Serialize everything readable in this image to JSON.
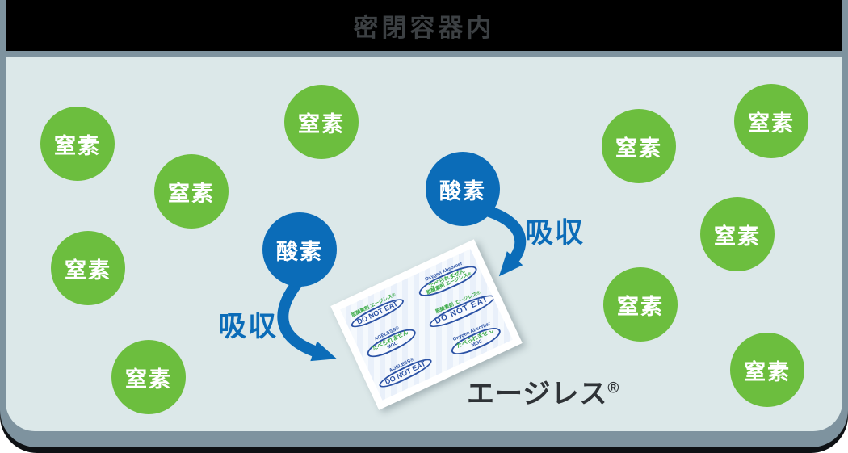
{
  "title": "密閉容器内",
  "molecules": {
    "nitrogen_label": "窒素",
    "oxygen_label": "酸素",
    "nitrogen_count": 10,
    "oxygen_count": 2
  },
  "labels": {
    "absorb": "吸収"
  },
  "caption": {
    "product": "エージレス",
    "registered": "®"
  },
  "sachet": {
    "do_not_eat": "DO NOT EAT",
    "taberaremasen": "たべられません",
    "line_jp": "脱酸素剤 エージレス®",
    "brand": "AGELESS®",
    "mgc": "MGC",
    "oxygen_absorber": "Oxygen Absorber"
  },
  "colors": {
    "nitrogen": "#6CBE3E",
    "oxygen": "#0B6CB8",
    "arrow": "#0B6CB8",
    "absorb_text": "#0B6CB8",
    "panel_background": "#DCE8E9",
    "frame": "#7E939F",
    "title_bar": "#000000",
    "title_text": "#3C4043",
    "caption_text": "#2F3337",
    "sachet_print_blue": "#2B52A5",
    "sachet_print_green": "#3BAA47"
  }
}
